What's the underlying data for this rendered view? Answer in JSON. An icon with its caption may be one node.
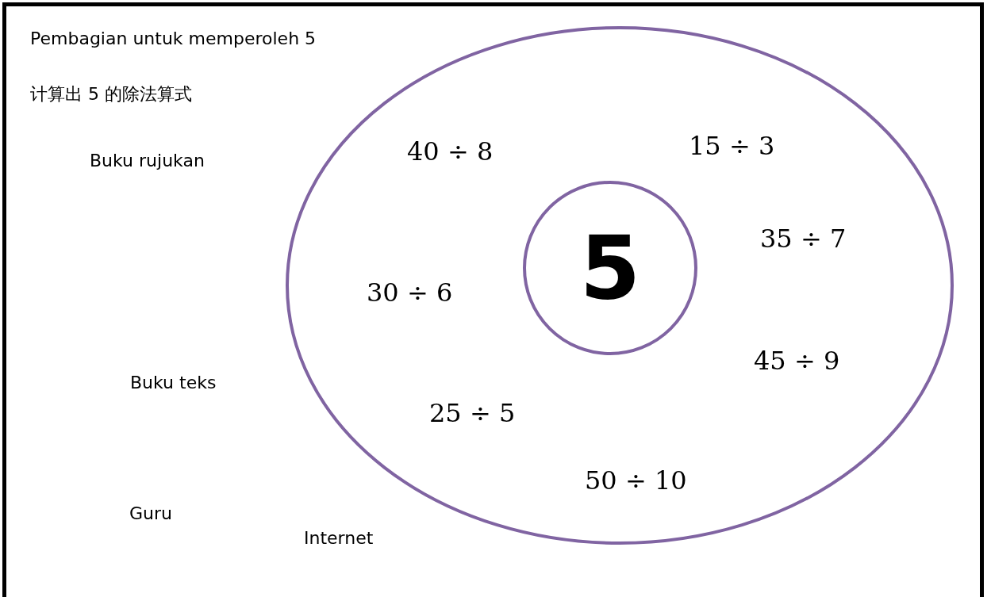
{
  "diagram": {
    "nodes": [
      {
        "text": [],
        "shape": "ellipse"
      },
      {
        "text": [
          "5"
        ],
        "in": 0
      }
    ],
    "edges": [],
    "labels": [
      "Pembagian untuk memperoleh 5",
      "计算出 5 的除法算式",
      "40 ÷ 8",
      "15 ÷ 3",
      "Buku rujukan",
      "35 ÷ 7",
      "30 ÷ 6",
      "45 ÷ 9",
      "Buku teks",
      "25 ÷ 5",
      "50 ÷ 10",
      "Guru",
      "Internet"
    ]
  }
}
